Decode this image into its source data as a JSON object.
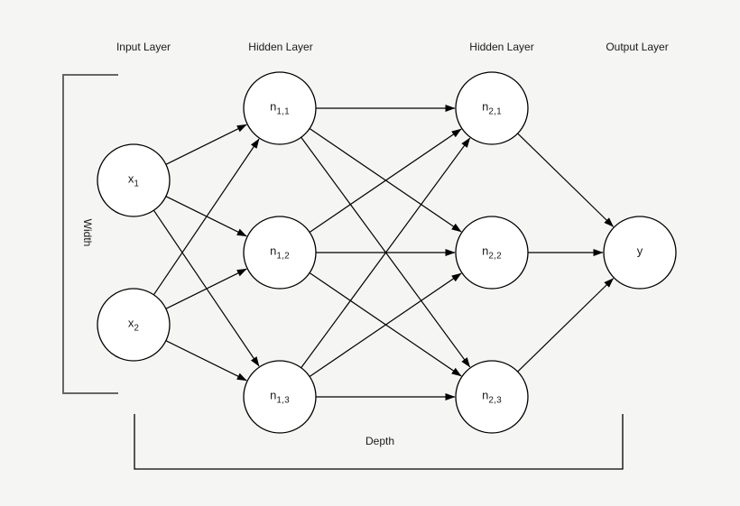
{
  "diagram": {
    "type": "neural-network",
    "layer_labels": [
      "Input Layer",
      "Hidden Layer",
      "Hidden Layer",
      "Output Layer"
    ],
    "annotations": {
      "width": "Width",
      "depth": "Depth"
    },
    "nodes": [
      {
        "id": "x1",
        "base": "x",
        "sub": "1",
        "layer": "input"
      },
      {
        "id": "x2",
        "base": "x",
        "sub": "2",
        "layer": "input"
      },
      {
        "id": "n11",
        "base": "n",
        "sub": "1,1",
        "layer": "hidden1"
      },
      {
        "id": "n12",
        "base": "n",
        "sub": "1,2",
        "layer": "hidden1"
      },
      {
        "id": "n13",
        "base": "n",
        "sub": "1,3",
        "layer": "hidden1"
      },
      {
        "id": "n21",
        "base": "n",
        "sub": "2,1",
        "layer": "hidden2"
      },
      {
        "id": "n22",
        "base": "n",
        "sub": "2,2",
        "layer": "hidden2"
      },
      {
        "id": "n23",
        "base": "n",
        "sub": "2,3",
        "layer": "hidden2"
      },
      {
        "id": "y",
        "base": "y",
        "sub": "",
        "layer": "output"
      }
    ],
    "edges": [
      {
        "from": "x1",
        "to": "n11"
      },
      {
        "from": "x1",
        "to": "n12"
      },
      {
        "from": "x1",
        "to": "n13"
      },
      {
        "from": "x2",
        "to": "n11"
      },
      {
        "from": "x2",
        "to": "n12"
      },
      {
        "from": "x2",
        "to": "n13"
      },
      {
        "from": "n11",
        "to": "n21"
      },
      {
        "from": "n11",
        "to": "n22"
      },
      {
        "from": "n11",
        "to": "n23"
      },
      {
        "from": "n12",
        "to": "n21"
      },
      {
        "from": "n12",
        "to": "n22"
      },
      {
        "from": "n12",
        "to": "n23"
      },
      {
        "from": "n13",
        "to": "n21"
      },
      {
        "from": "n13",
        "to": "n22"
      },
      {
        "from": "n13",
        "to": "n23"
      },
      {
        "from": "n21",
        "to": "y"
      },
      {
        "from": "n22",
        "to": "y"
      },
      {
        "from": "n23",
        "to": "y"
      }
    ],
    "colors": {
      "background": "#f5f5f3",
      "node_fill": "#ffffff",
      "node_stroke": "#000000",
      "edge": "#000000",
      "width_bracket": "#666666",
      "depth_bracket": "#000000",
      "text": "#1a1a1a"
    }
  }
}
